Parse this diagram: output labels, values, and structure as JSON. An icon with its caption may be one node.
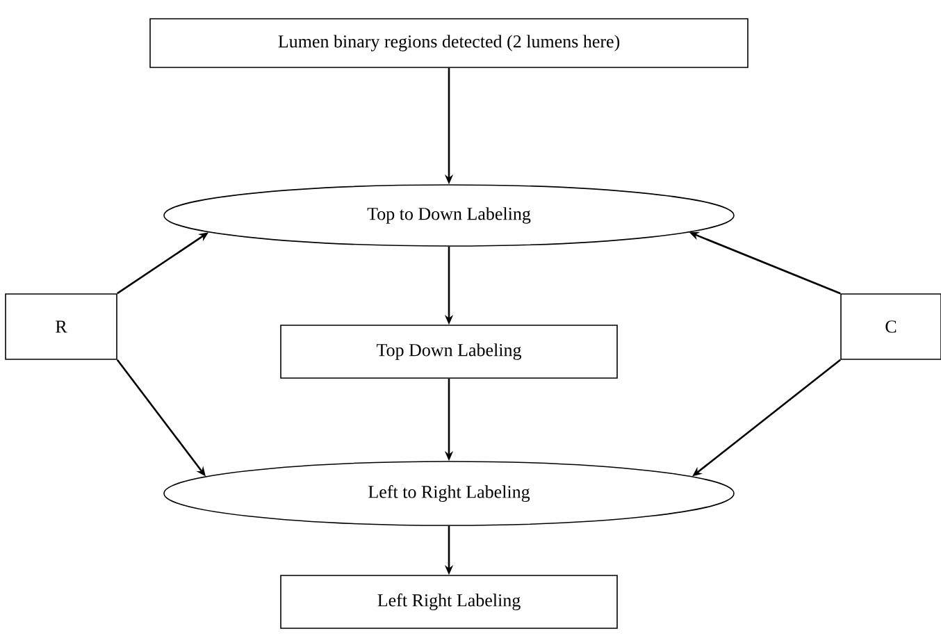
{
  "diagram": {
    "nodes": [
      {
        "text": [
          "Lumen binary regions detected (2 lumens here)"
        ]
      },
      {
        "text": [
          "Top to Down Labeling"
        ]
      },
      {
        "text": [
          "R"
        ]
      },
      {
        "text": [
          "Top Down Labeling"
        ]
      },
      {
        "text": [
          "C"
        ]
      },
      {
        "text": [
          "Left to Right Labeling"
        ]
      },
      {
        "text": [
          "Left Right Labeling"
        ]
      }
    ],
    "edges": [
      {
        "from": 0,
        "to": 1,
        "arrow": "to"
      },
      {
        "from": 1,
        "to": 3,
        "arrow": "to"
      },
      {
        "from": 3,
        "to": 5,
        "arrow": "to"
      },
      {
        "from": 5,
        "to": 6,
        "arrow": "to"
      },
      {
        "from": 2,
        "to": 1,
        "arrow": "to"
      },
      {
        "from": 2,
        "to": 5,
        "arrow": "to"
      },
      {
        "from": 4,
        "to": 1,
        "arrow": "to"
      },
      {
        "from": 4,
        "to": 5,
        "arrow": "to"
      }
    ]
  }
}
